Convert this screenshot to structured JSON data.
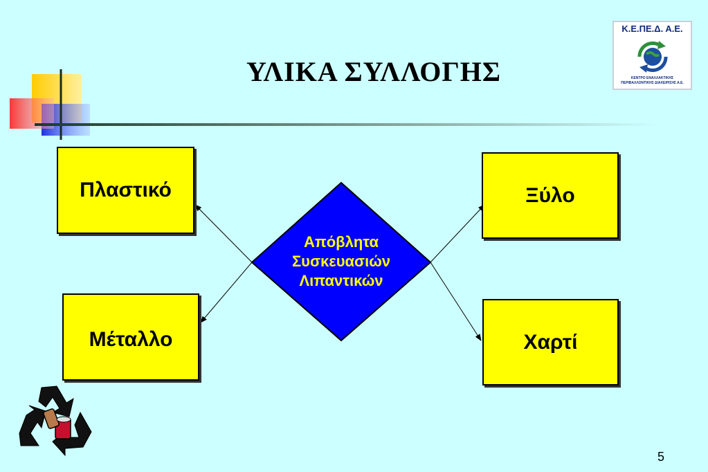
{
  "title": "ΥΛΙΚΑ ΣΥΛΛΟΓΗΣ",
  "logo": {
    "name": "Κ.Ε.ΠΕ.Δ. Α.Ε.",
    "subtitle_line1": "ΚΕΝΤΡΟ ΕΝΑΛΛΑΚΤΙΚΗΣ",
    "subtitle_line2": "ΠΕΡΙΒΑΛΛΟΝΤΙΚΗΣ ΔΙΑΧΕΙΡΙΣΗΣ Α.Ε."
  },
  "center": {
    "line1": "Απόβλητα",
    "line2": "Συσκευασιών",
    "line3": "Λιπαντικών"
  },
  "materials": {
    "plastic": "Πλαστικό",
    "wood": "Ξύλο",
    "metal": "Μέταλλο",
    "paper": "Χαρτί"
  },
  "page_number": "5",
  "colors": {
    "background": "#ccffff",
    "box_fill": "#ffff00",
    "diamond_fill": "#0000ff",
    "diamond_text": "#ffff00"
  }
}
